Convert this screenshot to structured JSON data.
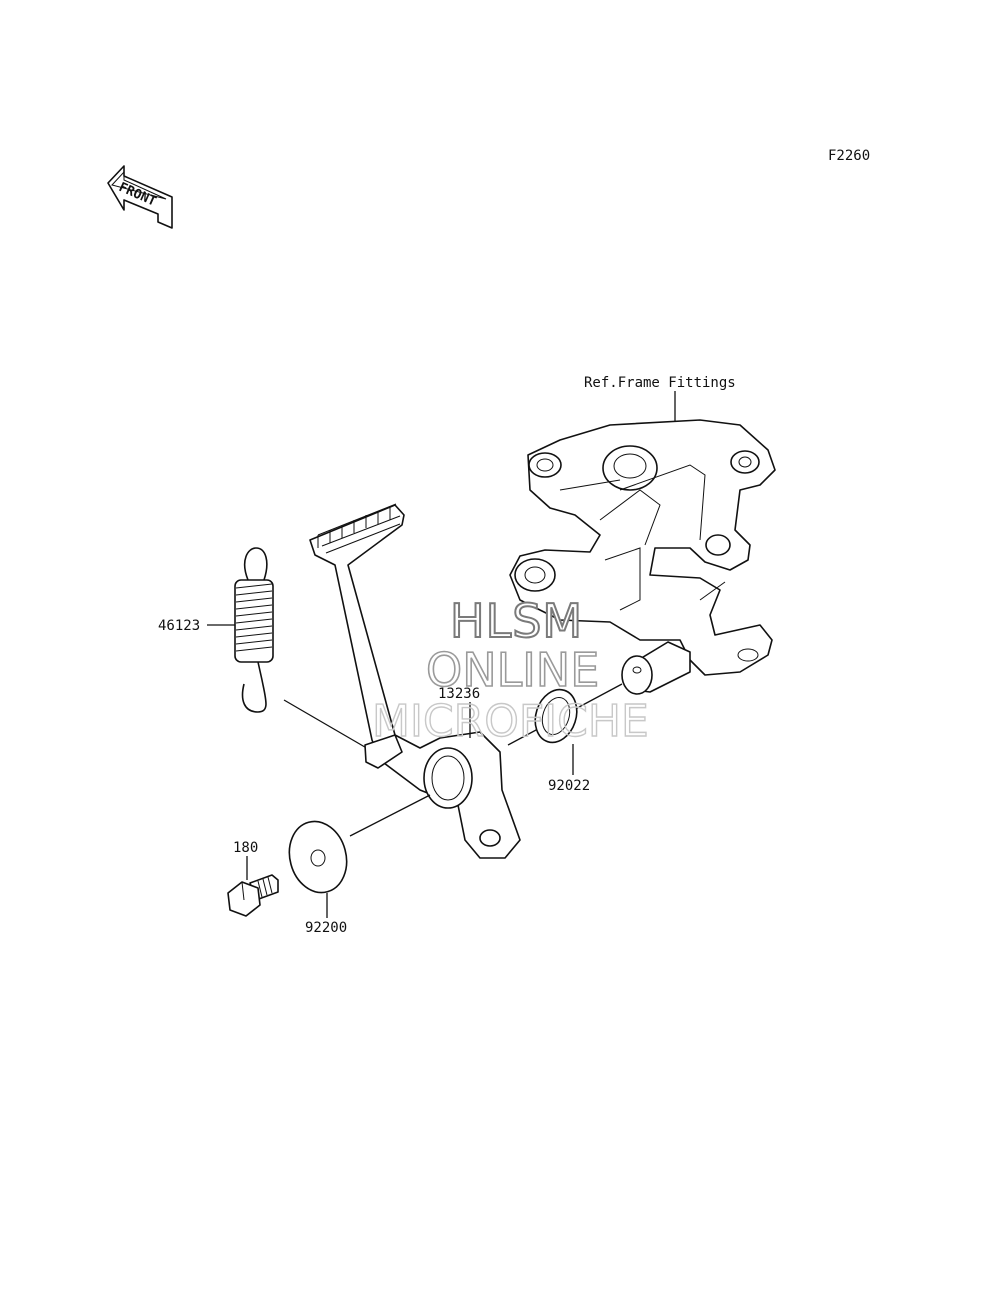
{
  "diagram_code": "F2260",
  "front_arrow_label": "FRONT",
  "reference_label": "Ref.Frame Fittings",
  "parts": [
    {
      "id": "46123"
    },
    {
      "id": "13236"
    },
    {
      "id": "92022"
    },
    {
      "id": "180"
    },
    {
      "id": "92200"
    }
  ],
  "watermark": {
    "line1": "HLSM",
    "line2": "ONLINE",
    "line3": "MICROFICHE"
  }
}
